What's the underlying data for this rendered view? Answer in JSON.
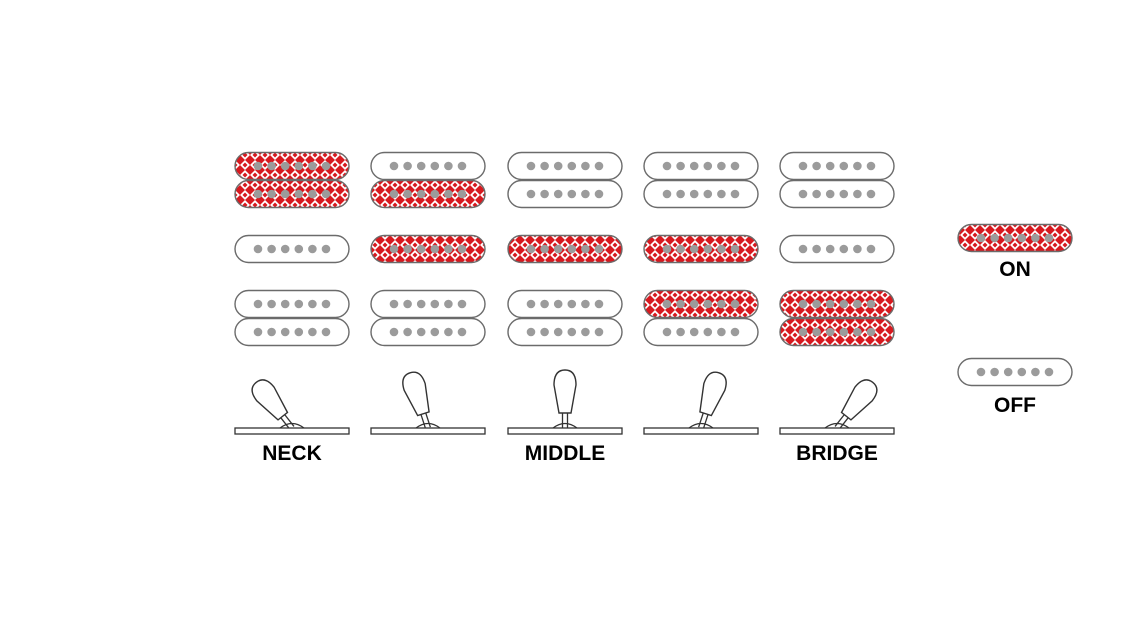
{
  "positions": [
    {
      "label": "NECK",
      "lever": "neck",
      "neck_pickup": {
        "type": "humbucker",
        "coils": [
          "on",
          "on"
        ]
      },
      "middle_pickup": "off",
      "bridge_pickup": {
        "type": "humbucker",
        "coils": [
          "off",
          "off"
        ]
      }
    },
    {
      "label": "",
      "lever": "neck-middle",
      "neck_pickup": {
        "type": "humbucker",
        "coils": [
          "off",
          "on"
        ]
      },
      "middle_pickup": "on",
      "bridge_pickup": {
        "type": "humbucker",
        "coils": [
          "off",
          "off"
        ]
      }
    },
    {
      "label": "MIDDLE",
      "lever": "middle",
      "neck_pickup": {
        "type": "humbucker",
        "coils": [
          "off",
          "off"
        ]
      },
      "middle_pickup": "on",
      "bridge_pickup": {
        "type": "humbucker",
        "coils": [
          "off",
          "off"
        ]
      }
    },
    {
      "label": "",
      "lever": "middle-bridge",
      "neck_pickup": {
        "type": "humbucker",
        "coils": [
          "off",
          "off"
        ]
      },
      "middle_pickup": "on",
      "bridge_pickup": {
        "type": "humbucker",
        "coils": [
          "on",
          "off"
        ]
      }
    },
    {
      "label": "BRIDGE",
      "lever": "bridge",
      "neck_pickup": {
        "type": "humbucker",
        "coils": [
          "off",
          "off"
        ]
      },
      "middle_pickup": "off",
      "bridge_pickup": {
        "type": "humbucker",
        "coils": [
          "on",
          "on"
        ]
      }
    }
  ],
  "legend": [
    {
      "state": "on",
      "label": "ON"
    },
    {
      "state": "off",
      "label": "OFF"
    }
  ],
  "colors": {
    "on_fill": "#d7191f",
    "pattern": "#ffffff",
    "pole": "#9b9b9b",
    "outline": "#6b6b6b",
    "off_fill": "#ffffff",
    "text": "#000000"
  }
}
